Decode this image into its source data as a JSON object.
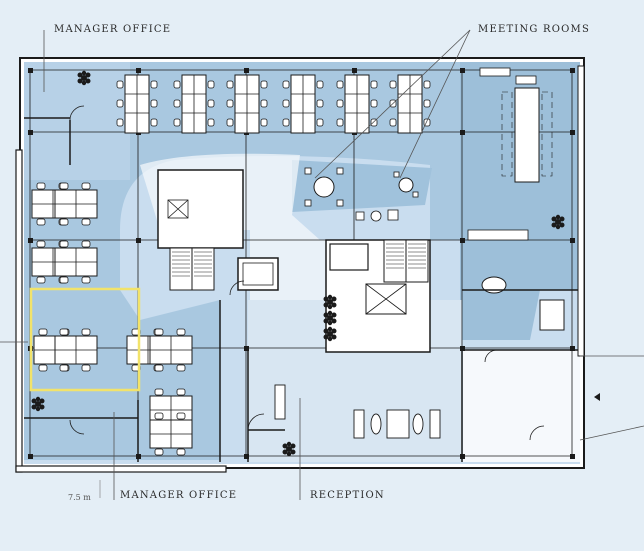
{
  "labels": {
    "manager_office_top": "MANAGER OFFICE",
    "meeting_rooms": "MEETING ROOMS",
    "manager_office_bottom": "MANAGER OFFICE",
    "reception": "RECEPTION",
    "scale": "7.5 m"
  },
  "colors": {
    "background": "#e4eef6",
    "zone_fill": "#a9c8e0",
    "zone_fill_light": "#c9ddef",
    "wall": "#1b1b1b",
    "highlight": "#f2e36a"
  },
  "icons": [
    "plant-icon",
    "workstation-cluster-icon",
    "meeting-table-icon",
    "stair-icon",
    "elevator-icon",
    "arrow-left-icon"
  ]
}
